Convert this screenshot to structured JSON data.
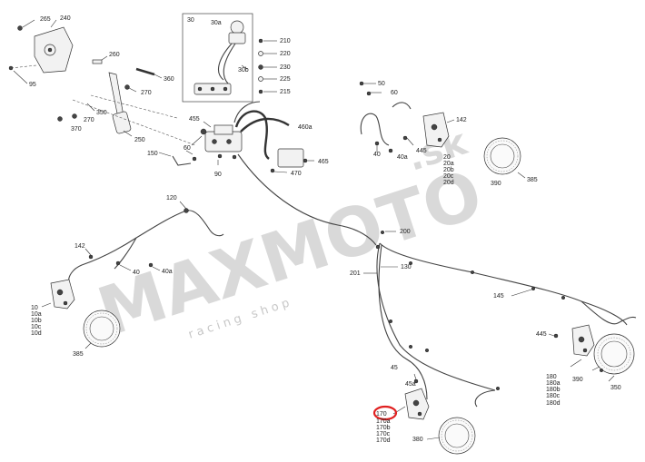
{
  "watermark": {
    "brand": "MAXMOTO",
    "suffix": ".sk",
    "tagline": "racing shop"
  },
  "highlight_color": "#e02020",
  "labels": {
    "l265": "265",
    "l240": "240",
    "l260": "260",
    "l360": "360",
    "l95": "95",
    "l270a": "270",
    "l270b": "270",
    "l350": "350",
    "l370": "370",
    "l250": "250",
    "l30": "30",
    "l30a": "30a",
    "l30b": "30b",
    "l210": "210",
    "l220": "220",
    "l230": "230",
    "l225": "225",
    "l215": "215",
    "l455": "455",
    "l460a": "460a",
    "l465": "465",
    "l470": "470",
    "l60a": "60",
    "l150": "150",
    "l90": "90",
    "l50": "50",
    "l60b": "60",
    "l142a": "142",
    "l40a": "40",
    "l40a2": "40a",
    "l445a": "445",
    "l20": "20",
    "l20a": "20a",
    "l20b": "20b",
    "l20c": "20c",
    "l20d": "20d",
    "l390a": "390",
    "l385a": "385",
    "l120": "120",
    "l142b": "142",
    "l40b": "40",
    "l40ab": "40a",
    "l10": "10",
    "l10a": "10a",
    "l10b": "10b",
    "l10c": "10c",
    "l10d": "10d",
    "l385b": "385",
    "l200": "200",
    "l201": "201",
    "l130": "130",
    "l145": "145",
    "l45": "45",
    "l45a": "45a",
    "l170": "170",
    "l170a": "170a",
    "l170b": "170b",
    "l170c": "170c",
    "l170d": "170d",
    "l380": "380",
    "l445b": "445",
    "l180": "180",
    "l180a": "180a",
    "l180b": "180b",
    "l180c": "180c",
    "l180d": "180d",
    "l390b": "390",
    "l350b": "350"
  }
}
